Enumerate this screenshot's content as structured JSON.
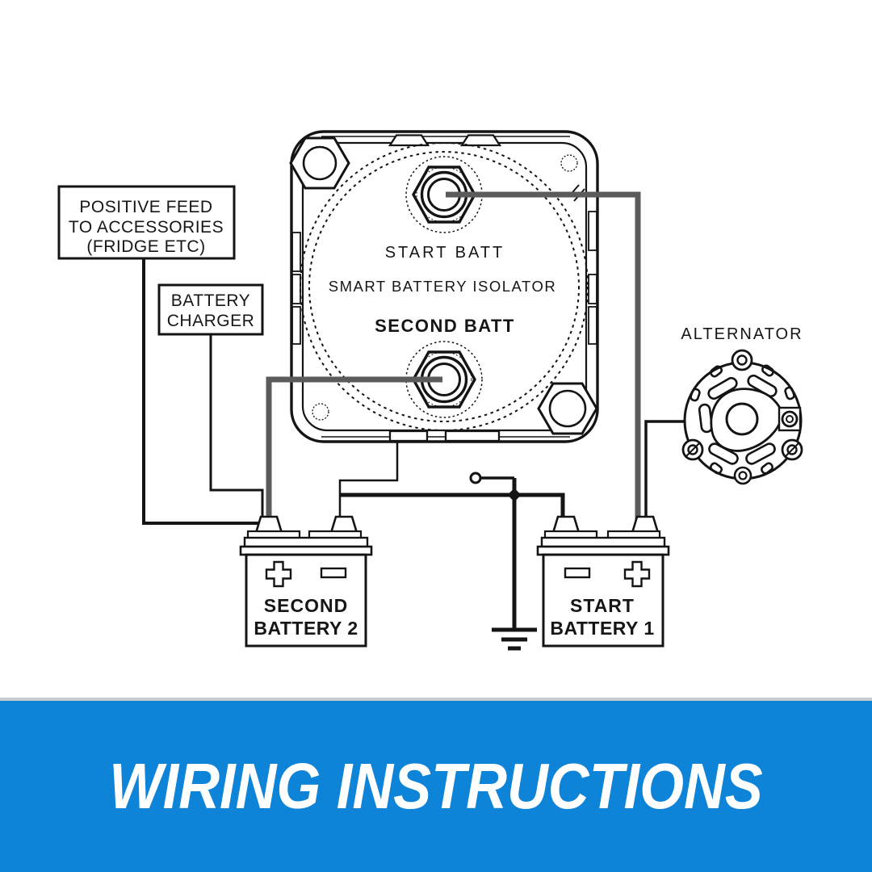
{
  "diagram": {
    "boxes": {
      "positive_feed": {
        "line1": "POSITIVE FEED",
        "line2": "TO ACCESSORIES",
        "line3": "(FRIDGE ETC)"
      },
      "battery_charger": {
        "line1": "BATTERY",
        "line2": "CHARGER"
      }
    },
    "isolator": {
      "label_top": "START BATT",
      "label_mid": "SMART BATTERY ISOLATOR",
      "label_bottom": "SECOND BATT"
    },
    "alternator": {
      "label": "ALTERNATOR"
    },
    "battery_second": {
      "line1": "SECOND",
      "line2": "BATTERY 2",
      "plus_symbol": "+",
      "minus_symbol": "−"
    },
    "battery_start": {
      "line1": "START",
      "line2": "BATTERY 1",
      "plus_symbol": "+",
      "minus_symbol": "−"
    }
  },
  "banner": {
    "title": "WIRING INSTRUCTIONS",
    "bg_color": "#0d84d8",
    "text_color": "#ffffff"
  },
  "colors": {
    "wire_gray": "#5b5b5b",
    "wire_black": "#141414",
    "line_black": "#141414"
  }
}
